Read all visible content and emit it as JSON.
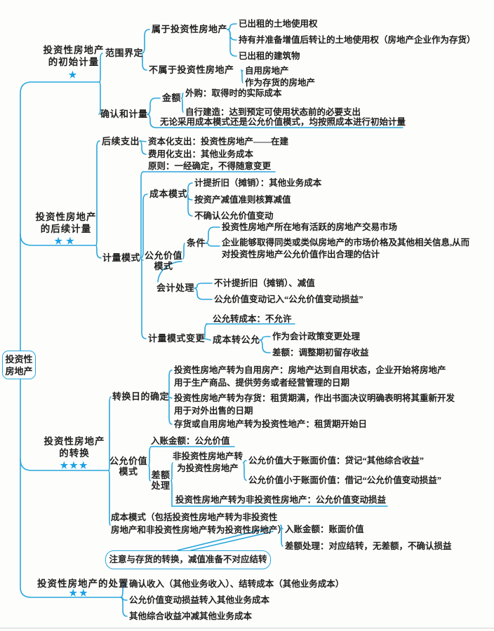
{
  "colors": {
    "line": "#2aa7dc",
    "star": "#18a0e6",
    "text": "#1f1f1f"
  },
  "root": {
    "line1": "投资性",
    "line2": "房地产"
  },
  "b1": {
    "label1": "投资性房地产",
    "label2": "的初始计量",
    "stars": "★",
    "scope": {
      "label": "范围界定",
      "belong": {
        "label": "属于投资性房地产",
        "items": [
          "已出租的土地使用权",
          "持有并准备增值后转让的土地使用权（房地产企业作为存货）",
          "已出租的建筑物"
        ]
      },
      "not_belong": {
        "label": "不属于投资性房地产",
        "items": [
          "自用房地产",
          "作为存货的房地产"
        ]
      }
    },
    "recognize": {
      "label": "确认和计量",
      "amount": {
        "label": "金额",
        "items": [
          "外购：取得时的实际成本",
          "自行建造：达到预定可使用状态前的必要支出"
        ]
      },
      "note": "无论采用成本模式还是公允价值模式，均按照成本进行初始计量"
    }
  },
  "b2": {
    "label1": "投资性房地产",
    "label2": "的后续计量",
    "stars": "★★",
    "subsequent": {
      "label": "后续支出",
      "items": [
        "资本化支出：投资性房地产——在建",
        "费用化支出：其他业务成本"
      ]
    },
    "measure": {
      "label": "计量模式",
      "principle": "原则：一经确定，不得随意变更",
      "cost_mode": {
        "label": "成本模式",
        "items": [
          "计提折旧（摊销）：其他业务成本",
          "按资产减值准则核算减值",
          "不确认公允价值变动"
        ]
      },
      "fv_mode": {
        "label1": "公允价值",
        "label2": "模式",
        "condition": {
          "label": "条件",
          "item1": "投资性房地产所在地有活跃的房地产交易市场",
          "item2_line1": "企业能够取得同类或类似房地产的市场价格及其他相关信息,从而",
          "item2_line2": "对投资性房地产公允价值作出合理的估计"
        },
        "accounting": {
          "label": "会计处理",
          "items": [
            "不计提折旧（摊销）、减值",
            "公允价值变动记入“公允价值变动损益”"
          ]
        }
      },
      "change": {
        "label": "计量模式变更",
        "fv_to_cost": "公允转成本：不允许",
        "cost_to_fv": {
          "label": "成本转公允",
          "items": [
            "作为会计政策变更处理",
            "差额：调整期初留存收益"
          ]
        }
      }
    }
  },
  "b3": {
    "label1": "投资性房地产",
    "label2": "的转换",
    "stars": "★★★",
    "date": {
      "label": "转换日的确定",
      "item1_line1": "投资性房地产转为自用房产：房地产达到自用状态，企业开始将房地产",
      "item1_line2": "用于生产商品、提供劳务或者经营管理的日期",
      "item2_line1": "投资性房地产转为存货：租赁期满，作出书面决议明确表明将其重新开发",
      "item2_line2": "用于对外出售的日期",
      "item3": "存货或自用房地产转为投资性地产：租赁期开始日"
    },
    "fv_mode": {
      "label1": "公允价值",
      "label2": "模式",
      "entry": "入账金额：公允价值",
      "difference": {
        "label1": "差额",
        "label2": "处理",
        "to_investment": {
          "label1": "非投资性房地产转",
          "label2": "为投资性房地产",
          "items": [
            "公允价值大于账面价值：贷记“其他综合收益”",
            "公允价值小于账面价值：借记“公允价值变动损益”"
          ]
        },
        "from_investment": "投资性房地产转为非投资性房地产：公允价值变动损益"
      }
    },
    "cost_mode": {
      "label_line1": "成本模式（包括投资性房地产转为非投资性",
      "label_line2": "房地产和非投资性房地产转为投资性房地产）",
      "entry": "入账金额：账面价值",
      "difference": "差额处理：对应结转，无差额，不确认损益",
      "note": "注意与存货的转换，减值准备不对应结转"
    }
  },
  "b4": {
    "label": "投资性房地产的处置",
    "stars": "★★",
    "items": [
      "确认收入（其他业务收入）、结转成本（其他业务成本）",
      "公允价值变动损益转入其他业务成本",
      "其他综合收益冲减其他业务成本"
    ]
  }
}
